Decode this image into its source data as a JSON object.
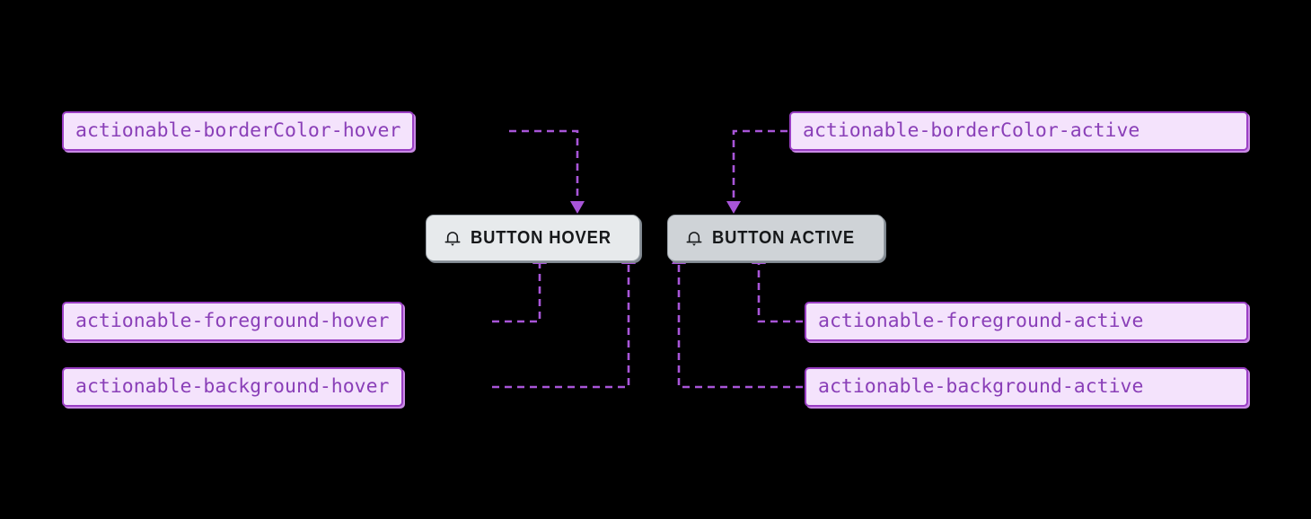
{
  "diagram": {
    "type": "design-token-flow",
    "background_color": "#000000",
    "accent_color": "#a855d8",
    "token_box": {
      "fill": "#f4e3fc",
      "border": "#9a3fc4",
      "text_color": "#8a3fb8"
    },
    "tokens": [
      {
        "id": "borderColor-hover",
        "label": "actionable-borderColor-hover",
        "side": "left"
      },
      {
        "id": "borderColor-active",
        "label": "actionable-borderColor-active",
        "side": "right"
      },
      {
        "id": "foreground-hover",
        "label": "actionable-foreground-hover",
        "side": "left"
      },
      {
        "id": "foreground-active",
        "label": "actionable-foreground-active",
        "side": "right"
      },
      {
        "id": "background-hover",
        "label": "actionable-background-hover",
        "side": "left"
      },
      {
        "id": "background-active",
        "label": "actionable-background-active",
        "side": "right"
      }
    ],
    "buttons": [
      {
        "id": "button-hover",
        "label": "BUTTON HOVER",
        "state": "hover",
        "icon": "bell-icon",
        "background": "#e7eaec",
        "border": "#9aa1a8",
        "foreground": "#16181a"
      },
      {
        "id": "button-active",
        "label": "BUTTON ACTIVE",
        "state": "active",
        "icon": "bell-icon",
        "background": "#cfd3d7",
        "border": "#9aa1a8",
        "foreground": "#16181a"
      }
    ],
    "edges": [
      {
        "from": "borderColor-hover",
        "to": "button-hover",
        "style": "dashed",
        "arrow": "down"
      },
      {
        "from": "borderColor-active",
        "to": "button-active",
        "style": "dashed",
        "arrow": "down"
      },
      {
        "from": "foreground-hover",
        "to": "button-hover",
        "style": "dashed",
        "arrow": "up"
      },
      {
        "from": "background-hover",
        "to": "button-hover",
        "style": "dashed",
        "arrow": "up"
      },
      {
        "from": "foreground-active",
        "to": "button-active",
        "style": "dashed",
        "arrow": "up"
      },
      {
        "from": "background-active",
        "to": "button-active",
        "style": "dashed",
        "arrow": "up"
      }
    ]
  }
}
